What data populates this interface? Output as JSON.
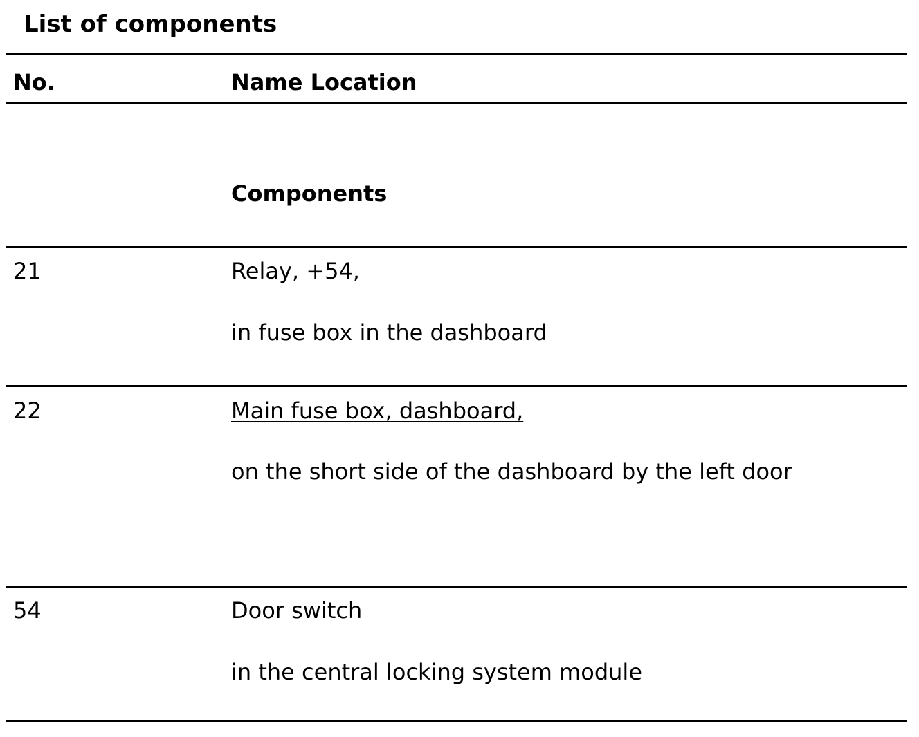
{
  "title": "List of components",
  "header": {
    "no_label": "No.",
    "name_location_label": "Name Location"
  },
  "section_heading": "Components",
  "rows": [
    {
      "no": "21",
      "name": "Relay, +54,",
      "location": "in fuse box in the dashboard"
    },
    {
      "no": "22",
      "name": "Main fuse box, dashboard,",
      "location": "on the short side of the dashboard by the left door"
    },
    {
      "no": "54",
      "name": "Door switch",
      "location": "in the central locking system module"
    }
  ]
}
